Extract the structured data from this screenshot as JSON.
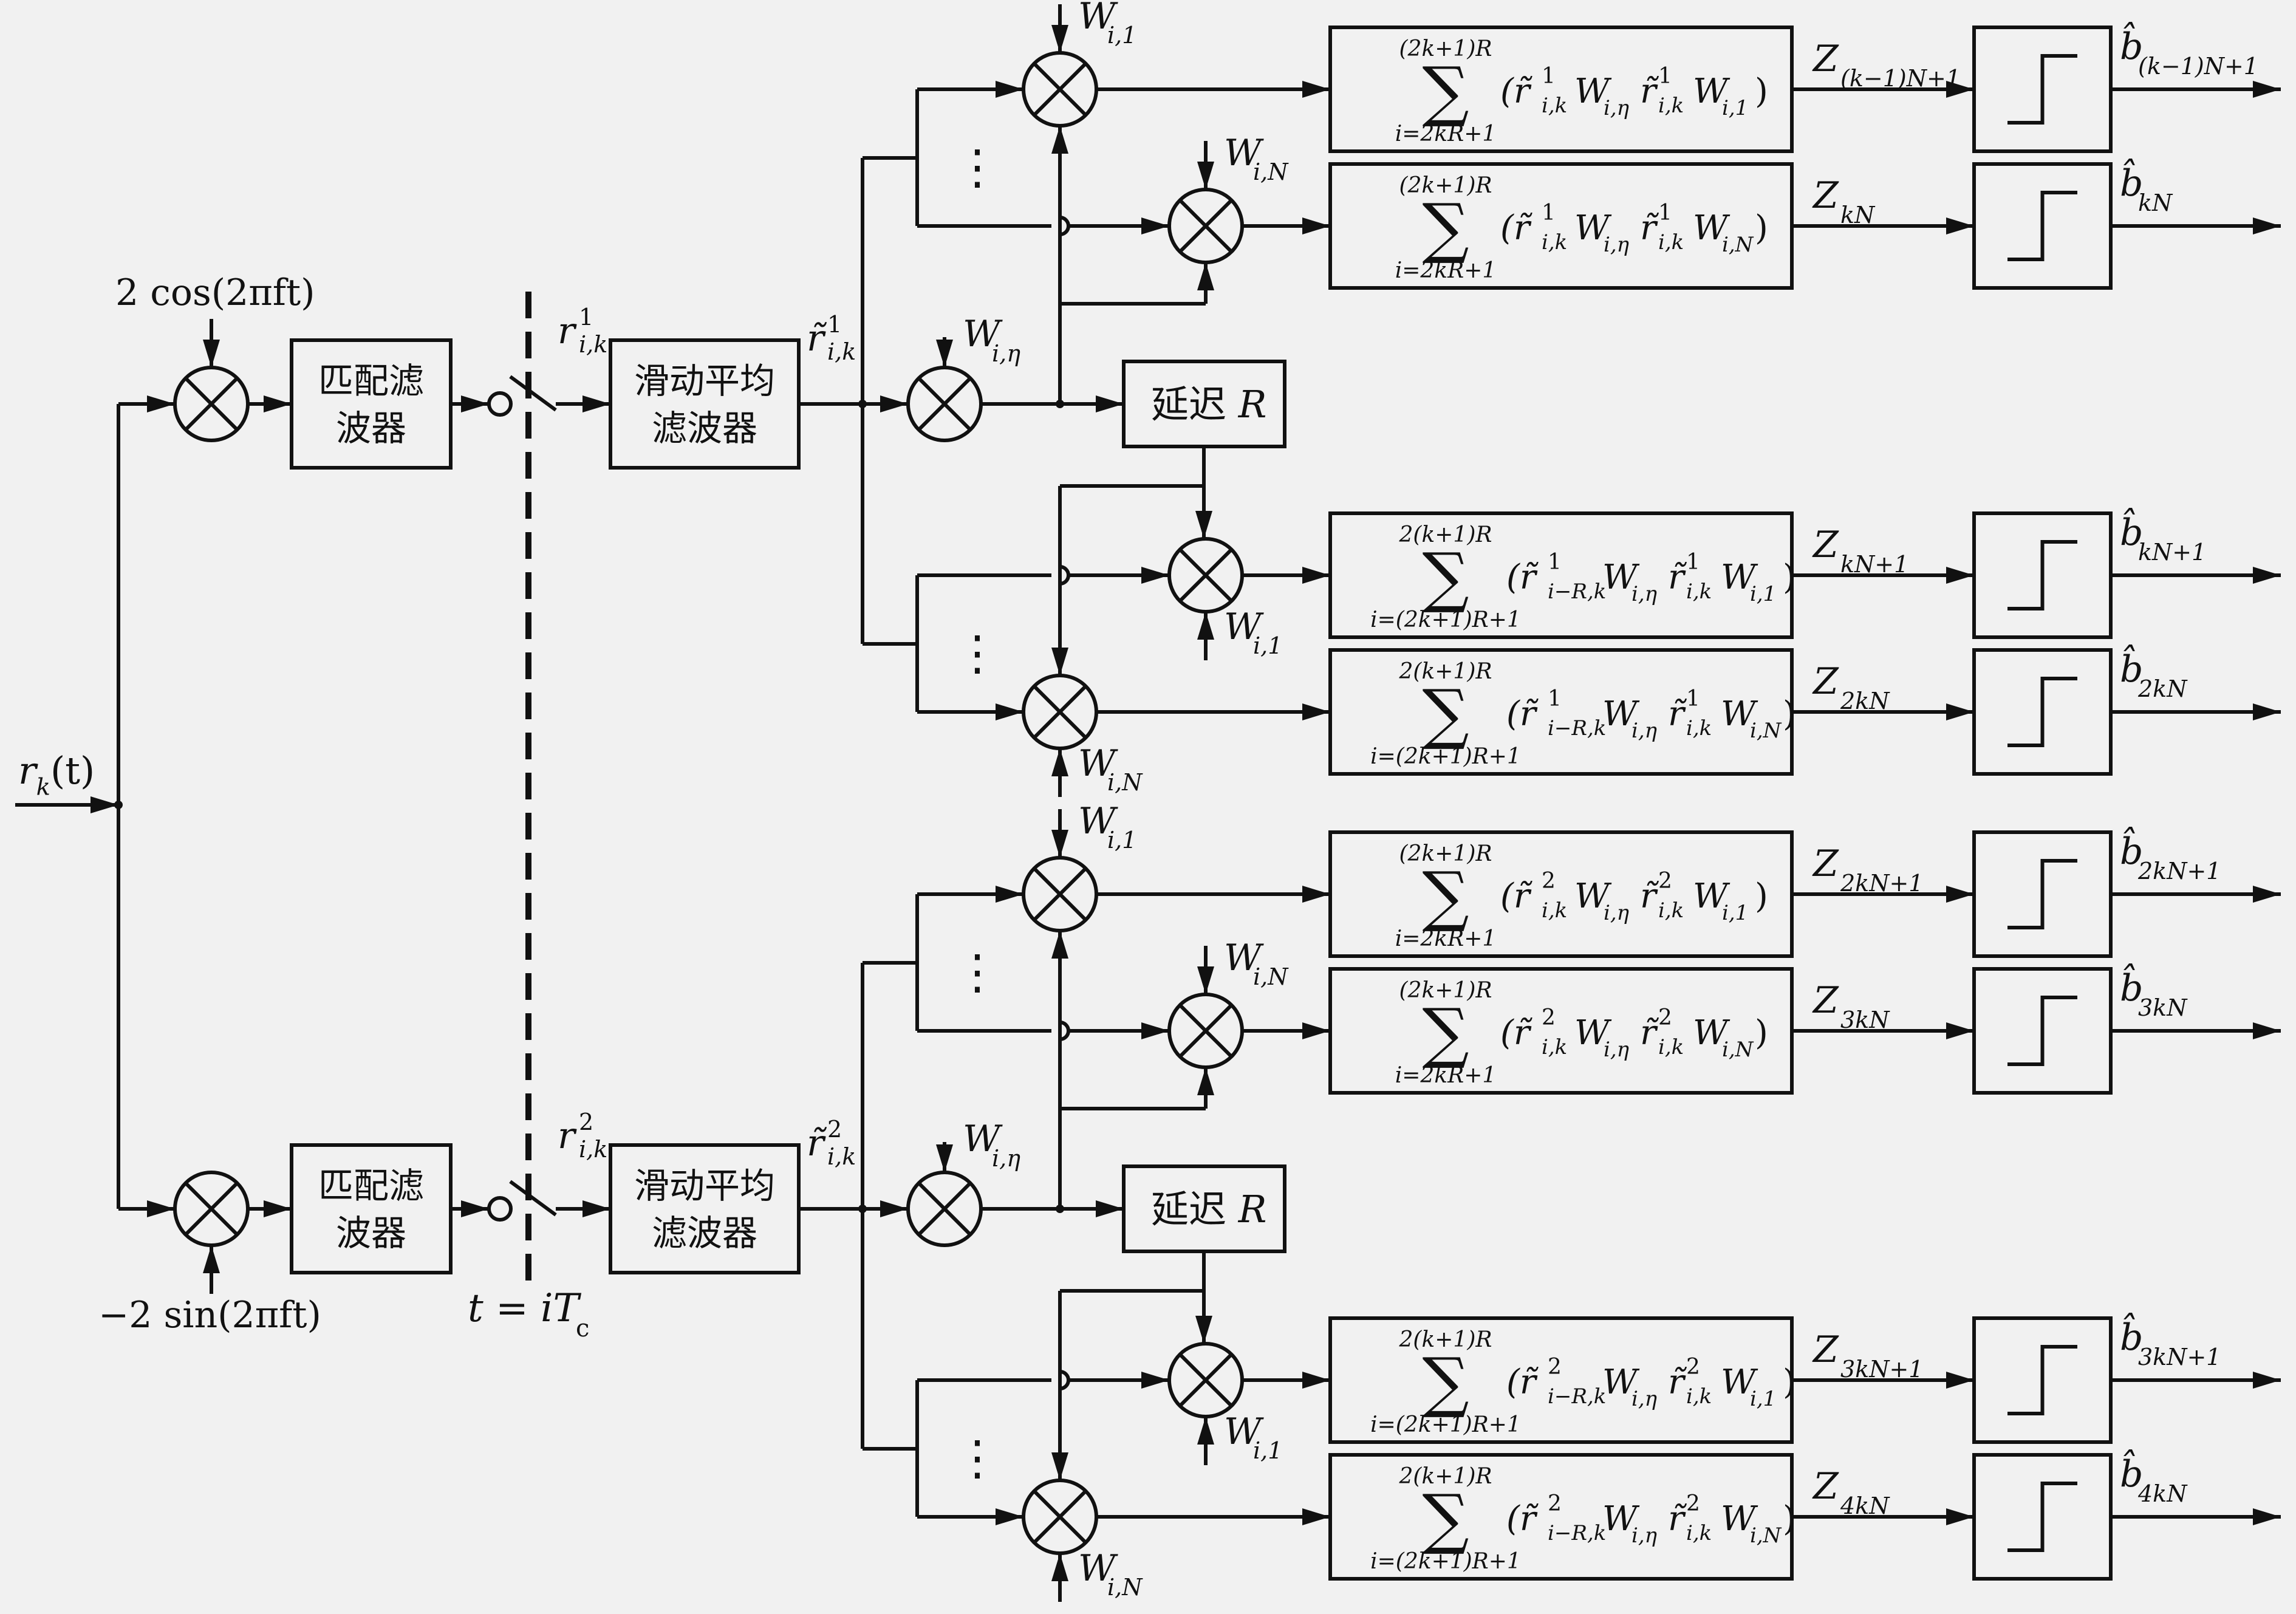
{
  "input": {
    "sym": "r",
    "sub": "k",
    "arg": "(t)"
  },
  "osc_top": "2 cos(2πft)",
  "osc_bottom": "−2 sin(2πft)",
  "matched_filter": {
    "line1": "匹配滤",
    "line2": "波器"
  },
  "moving_avg": {
    "line1": "滑动平均",
    "line2": "滤波器"
  },
  "sample": {
    "label": "t = iT",
    "sub": "c"
  },
  "delay": {
    "label": "延迟",
    "sym": "R"
  },
  "ellipsis": "⋮",
  "branches": [
    {
      "sample_sup": "1",
      "filtered_sup": "1",
      "rows": [
        {
          "w": ",1",
          "upper": "(2k+1)R",
          "lower": "i=2kR+1",
          "pre": "(r̃",
          "sup1": "1",
          "sub1": "i,k",
          "sup2": "1",
          "tail": ")",
          "wlast": "i,1",
          "z": "(k−1)N+1",
          "b": "(k−1)N+1"
        },
        {
          "w": ",N",
          "upper": "(2k+1)R",
          "lower": "i=2kR+1",
          "pre": "(r̃",
          "sup1": "1",
          "sub1": "i,k",
          "sup2": "1",
          "tail": ")",
          "wlast": "i,N",
          "z": "kN",
          "b": "kN"
        },
        {
          "w": ",1",
          "upper": "2(k+1)R",
          "lower": "i=(2k+1)R+1",
          "pre": "(r̃",
          "sup1": "1",
          "sub1": "i−R,k",
          "sup2": "1",
          "tail": ")",
          "wlast": "i,1",
          "z": "kN+1",
          "b": "kN+1"
        },
        {
          "w": ",N",
          "upper": "2(k+1)R",
          "lower": "i=(2k+1)R+1",
          "pre": "(r̃",
          "sup1": "1",
          "sub1": "i−R,k",
          "sup2": "1",
          "tail": ")",
          "wlast": "i,N",
          "z": "2kN",
          "b": "2kN"
        }
      ]
    },
    {
      "sample_sup": "2",
      "filtered_sup": "2",
      "rows": [
        {
          "w": ",1",
          "upper": "(2k+1)R",
          "lower": "i=2kR+1",
          "pre": "(r̃",
          "sup1": "2",
          "sub1": "i,k",
          "sup2": "2",
          "tail": ")",
          "wlast": "i,1",
          "z": "2kN+1",
          "b": "2kN+1"
        },
        {
          "w": ",N",
          "upper": "(2k+1)R",
          "lower": "i=2kR+1",
          "pre": "(r̃",
          "sup1": "2",
          "sub1": "i,k",
          "sup2": "2",
          "tail": ")",
          "wlast": "i,N",
          "z": "3kN",
          "b": "3kN"
        },
        {
          "w": ",1",
          "upper": "2(k+1)R",
          "lower": "i=(2k+1)R+1",
          "pre": "(r̃",
          "sup1": "2",
          "sub1": "i−R,k",
          "sup2": "2",
          "tail": ")",
          "wlast": "i,1",
          "z": "3kN+1",
          "b": "3kN+1"
        },
        {
          "w": ",N",
          "upper": "2(k+1)R",
          "lower": "i=(2k+1)R+1",
          "pre": "(r̃",
          "sup1": "2",
          "sub1": "i−R,k",
          "sup2": "2",
          "tail": ")",
          "wlast": "i,N",
          "z": "4kN",
          "b": "4kN"
        }
      ]
    }
  ],
  "symbols": {
    "W": "W",
    "Z": "Z",
    "b": "b̂",
    "r": "r",
    "rt": "r̃",
    "sum": "∑",
    "eta_sub": "i,η",
    "sub_ik": "i,k"
  }
}
